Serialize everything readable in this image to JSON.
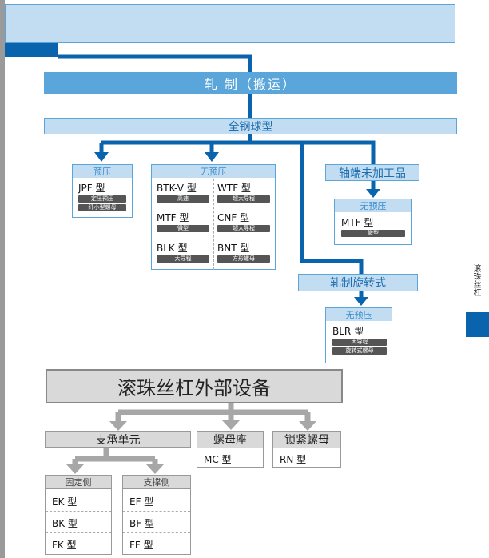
{
  "title": "滚珠丝杠外部设备",
  "side_label": "滚珠丝杠",
  "process_bar": "轧 制（搬运）",
  "all_steel": "全钢球型",
  "shaft_end": "轴端未加工品",
  "rolled_rotating": "轧制旋转式",
  "preload_group": {
    "header": "预压",
    "items": [
      {
        "name": "JPF 型",
        "tags": [
          "定压预压",
          "纤小型螺母"
        ]
      }
    ]
  },
  "no_preload_group": {
    "header": "无预压",
    "items": [
      {
        "name": "BTK-V 型",
        "tags": [
          "高速"
        ]
      },
      {
        "name": "WTF 型",
        "tags": [
          "超大导程"
        ]
      },
      {
        "name": "MTF 型",
        "tags": [
          "微型"
        ]
      },
      {
        "name": "CNF 型",
        "tags": [
          "超大导程"
        ]
      },
      {
        "name": "BLK 型",
        "tags": [
          "大导程"
        ]
      },
      {
        "name": "BNT 型",
        "tags": [
          "方形螺母"
        ]
      }
    ]
  },
  "shaft_group": {
    "header": "无预压",
    "items": [
      {
        "name": "MTF 型",
        "tags": [
          "微型"
        ]
      }
    ]
  },
  "rotating_group": {
    "header": "无预压",
    "items": [
      {
        "name": "BLR 型",
        "tags": [
          "大导程",
          "旋转式螺母"
        ]
      }
    ]
  },
  "support_unit": "支承单元",
  "nut_bracket": {
    "label": "螺母座",
    "items": [
      "MC 型"
    ]
  },
  "lock_nut": {
    "label": "锁紧螺母",
    "items": [
      "RN 型"
    ]
  },
  "fixed_side": {
    "header": "固定侧",
    "items": [
      "EK 型",
      "BK 型",
      "FK 型"
    ]
  },
  "support_side": {
    "header": "支撑侧",
    "items": [
      "EF 型",
      "BF 型",
      "FF 型"
    ]
  },
  "colors": {
    "blue": "#5aa6da",
    "light_blue": "#c2dcf1",
    "dark_blue": "#0a64ad",
    "gray": "#999999",
    "tag": "#555555"
  }
}
